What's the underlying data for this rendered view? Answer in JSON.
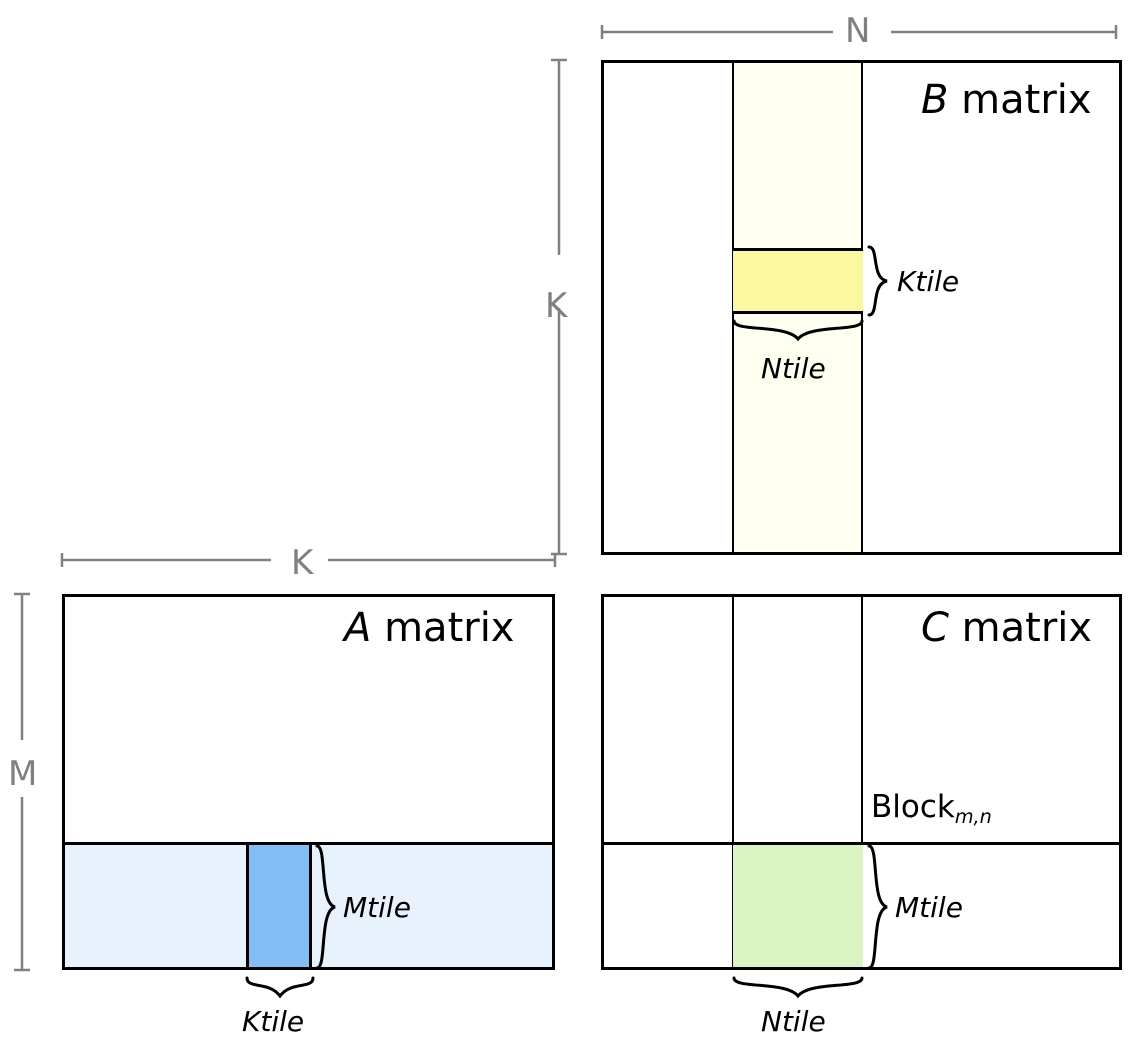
{
  "diagram": {
    "title_hidden": "",
    "matrices": [
      {
        "id": "b-matrix",
        "label_italic": "B",
        "label_rest": " matrix",
        "fill_color": "#fffff0",
        "tile_color": "#fbf8a0",
        "tile_labels": {
          "vertical": "Ktile",
          "horizontal": "Ntile"
        },
        "dims": {
          "horizontal": "N",
          "vertical": "K"
        }
      },
      {
        "id": "a-matrix",
        "label_italic": "A",
        "label_rest": " matrix",
        "fill_color": "#e8f2fd",
        "tile_color": "#82bdf5",
        "tile_labels": {
          "vertical": "Mtile",
          "horizontal": "Ktile"
        },
        "dims": {
          "horizontal": "K",
          "vertical": "M"
        }
      },
      {
        "id": "c-matrix",
        "label_italic": "C",
        "label_rest": " matrix",
        "fill_color": "#ffffff",
        "tile_color": "#dbf5c2",
        "tile_labels": {
          "vertical": "Mtile",
          "horizontal": "Ntile"
        },
        "block_label": "Block",
        "block_subscript": "m,n"
      }
    ],
    "colors": {
      "stroke": "#000000",
      "dimension_gray": "#808080",
      "a_band": "#e8f2fd",
      "a_tile": "#82bdf5",
      "b_column": "#fffff0",
      "b_tile": "#fbf8a0",
      "c_tile": "#dbf5c2"
    }
  }
}
